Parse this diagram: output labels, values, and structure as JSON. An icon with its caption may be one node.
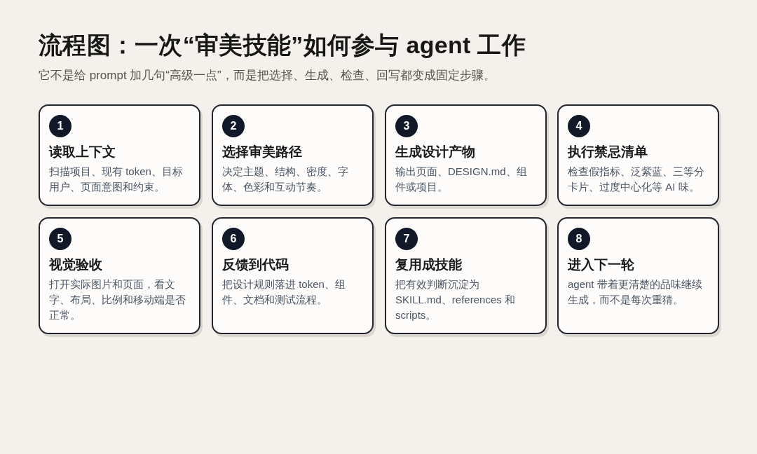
{
  "diagram": {
    "title": "流程图：一次“审美技能”如何参与 agent 工作",
    "caption": "它不是给 prompt 加几句“高级一点”，而是把选择、生成、检查、回写都变成固定步骤。",
    "nodes": [
      {
        "text": [
          "读取上下文",
          "扫描项目、现有 token、目标用户、页面意图和约束。"
        ]
      },
      {
        "text": [
          "1"
        ],
        "in": 0
      },
      {
        "text": [
          "选择审美路径",
          "决定主题、结构、密度、字体、色彩和互动节奏。"
        ]
      },
      {
        "text": [
          "2"
        ],
        "in": 2
      },
      {
        "text": [
          "生成设计产物",
          "输出页面、DESIGN.md、组件或项目。"
        ]
      },
      {
        "text": [
          "3"
        ],
        "in": 4
      },
      {
        "text": [
          "执行禁忌清单",
          "检查假指标、泛紫蓝、三等分卡片、过度中心化等 AI 味。"
        ]
      },
      {
        "text": [
          "4"
        ],
        "in": 6
      },
      {
        "text": [
          "视觉验收",
          "打开实际图片和页面，看文字、布局、比例和移动端是否正常。"
        ]
      },
      {
        "text": [
          "5"
        ],
        "in": 8
      },
      {
        "text": [
          "反馈到代码",
          "把设计规则落进 token、组件、文档和测试流程。"
        ]
      },
      {
        "text": [
          "6"
        ],
        "in": 10
      },
      {
        "text": [
          "复用成技能",
          "把有效判断沉淀为 SKILL.md、references 和 scripts。"
        ]
      },
      {
        "text": [
          "7"
        ],
        "in": 12
      },
      {
        "text": [
          "进入下一轮",
          "agent 带着更清楚的品味继续生成，而不是每次重猜。"
        ]
      },
      {
        "text": [
          "8"
        ],
        "in": 14
      }
    ]
  }
}
